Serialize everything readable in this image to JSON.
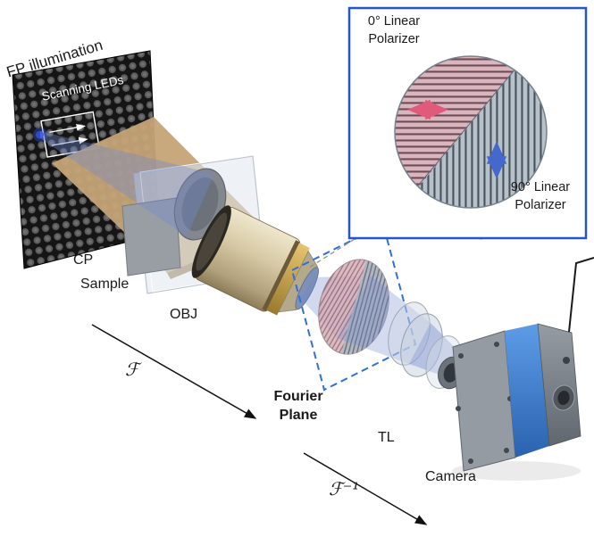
{
  "diagram": {
    "illumination": {
      "title": "FP illumination",
      "scanning": "Scanning LEDs"
    },
    "components": {
      "cp": "CP",
      "sample": "Sample",
      "objective": "OBJ",
      "fourier_plane": {
        "line1": "Fourier",
        "line2": "Plane"
      },
      "tube_lens": "TL",
      "camera": "Camera"
    },
    "transforms": {
      "forward": "ℱ",
      "inverse": "ℱ⁻¹"
    },
    "inset": {
      "polarizer_0": {
        "line1": "0° Linear",
        "line2": "Polarizer"
      },
      "polarizer_90": {
        "line1": "90° Linear",
        "line2": "Polarizer"
      }
    },
    "colors": {
      "inset_border": "#2456c8",
      "fourier_dash_box": "#2f6fe0",
      "beam_blue": "#7288cc",
      "camera_blue": "#3b7fd2",
      "active_led": "#2a48e0",
      "polarizer_0_fill": "#d9b6bd",
      "polarizer_90_fill": "#b7c1ca",
      "polarization_0_arrow": "#e05a7c",
      "polarization_90_arrow": "#4468cc"
    }
  }
}
